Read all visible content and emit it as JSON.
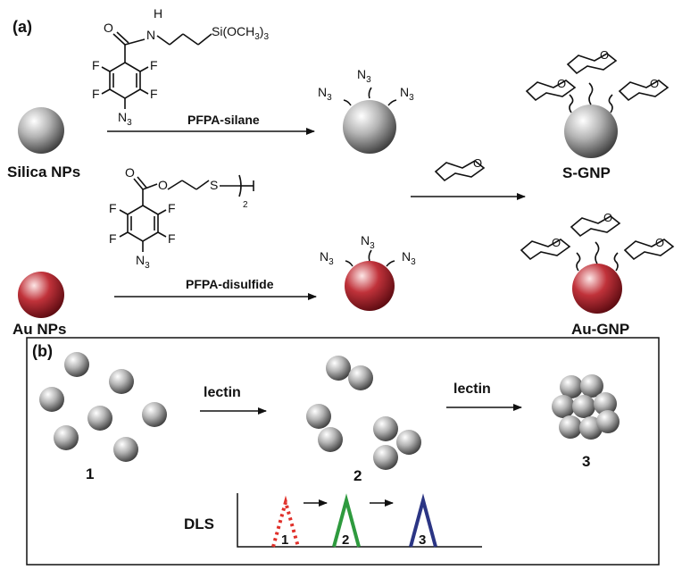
{
  "panel_a": {
    "label": "(a)",
    "silane_structure": {
      "nh_h": "H",
      "nh_n": "N",
      "o": "O",
      "si_group": "Si(OCH",
      "si_sub": "3",
      "si_close": ")",
      "si_sub2": "3",
      "f1": "F",
      "f2": "F",
      "f3": "F",
      "f4": "F",
      "n3": "N",
      "n3_sub": "3"
    },
    "disulfide_structure": {
      "o1": "O",
      "o2": "O",
      "s": "S",
      "sub2": "2",
      "f1": "F",
      "f2": "F",
      "f3": "F",
      "f4": "F",
      "n3": "N",
      "n3_sub": "3"
    },
    "silica_label": "Silica NPs",
    "au_label": "Au NPs",
    "reagent_silane": "PFPA-silane",
    "reagent_disulfide": "PFPA-disulfide",
    "azide": "N",
    "azide_sub": "3",
    "sugar_o": "O",
    "product_s": "S-GNP",
    "product_au": "Au-GNP"
  },
  "panel_b": {
    "label": "(b)",
    "stage1": "1",
    "stage2": "2",
    "stage3": "3",
    "arrow1": "lectin",
    "arrow2": "lectin",
    "dls_label": "DLS",
    "peak1": "1",
    "peak2": "2",
    "peak3": "3"
  },
  "colors": {
    "silica": "#8c8c8c",
    "gold": "#a01c24",
    "peak1": "#e0302a",
    "peak2": "#2e9a3e",
    "peak3": "#2b3584"
  }
}
